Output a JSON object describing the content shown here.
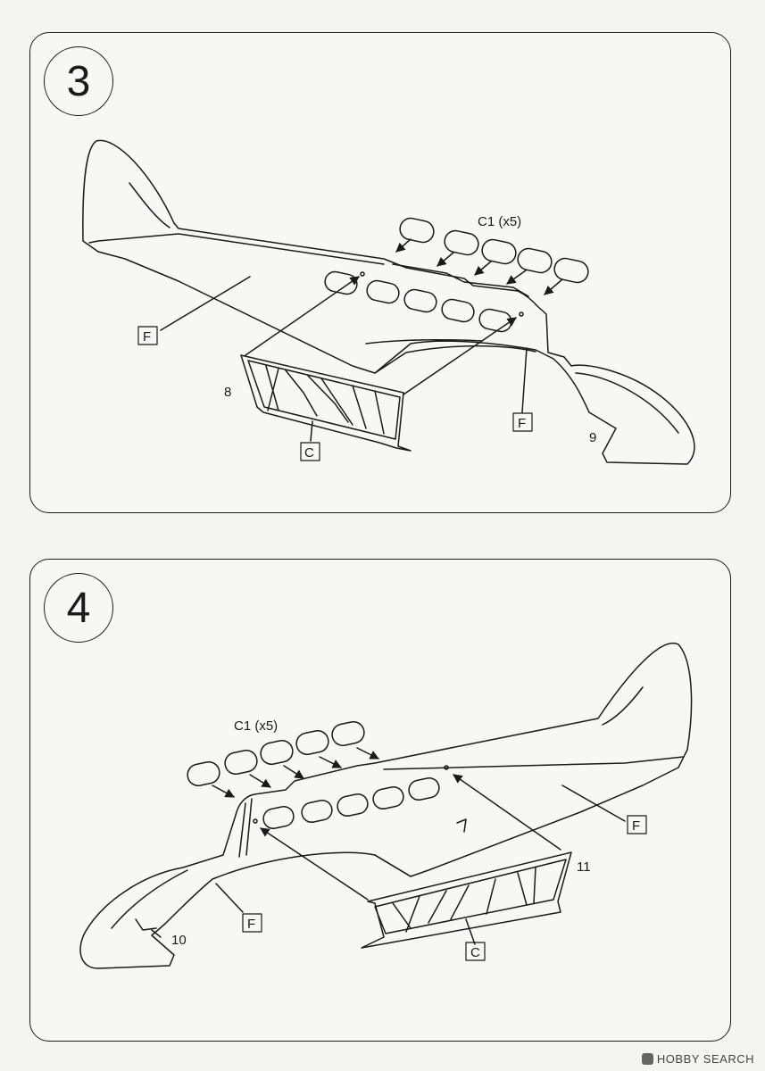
{
  "steps": [
    {
      "number": "3",
      "callouts": {
        "c1": "C1 (x5)",
        "f_left": "F",
        "f_right": "F",
        "c": "C",
        "n8": "8",
        "n9": "9"
      }
    },
    {
      "number": "4",
      "callouts": {
        "c1": "C1 (x5)",
        "f_right": "F",
        "f_left": "F",
        "c": "C",
        "n10": "10",
        "n11": "11"
      }
    }
  ],
  "watermark": "HOBBY SEARCH"
}
